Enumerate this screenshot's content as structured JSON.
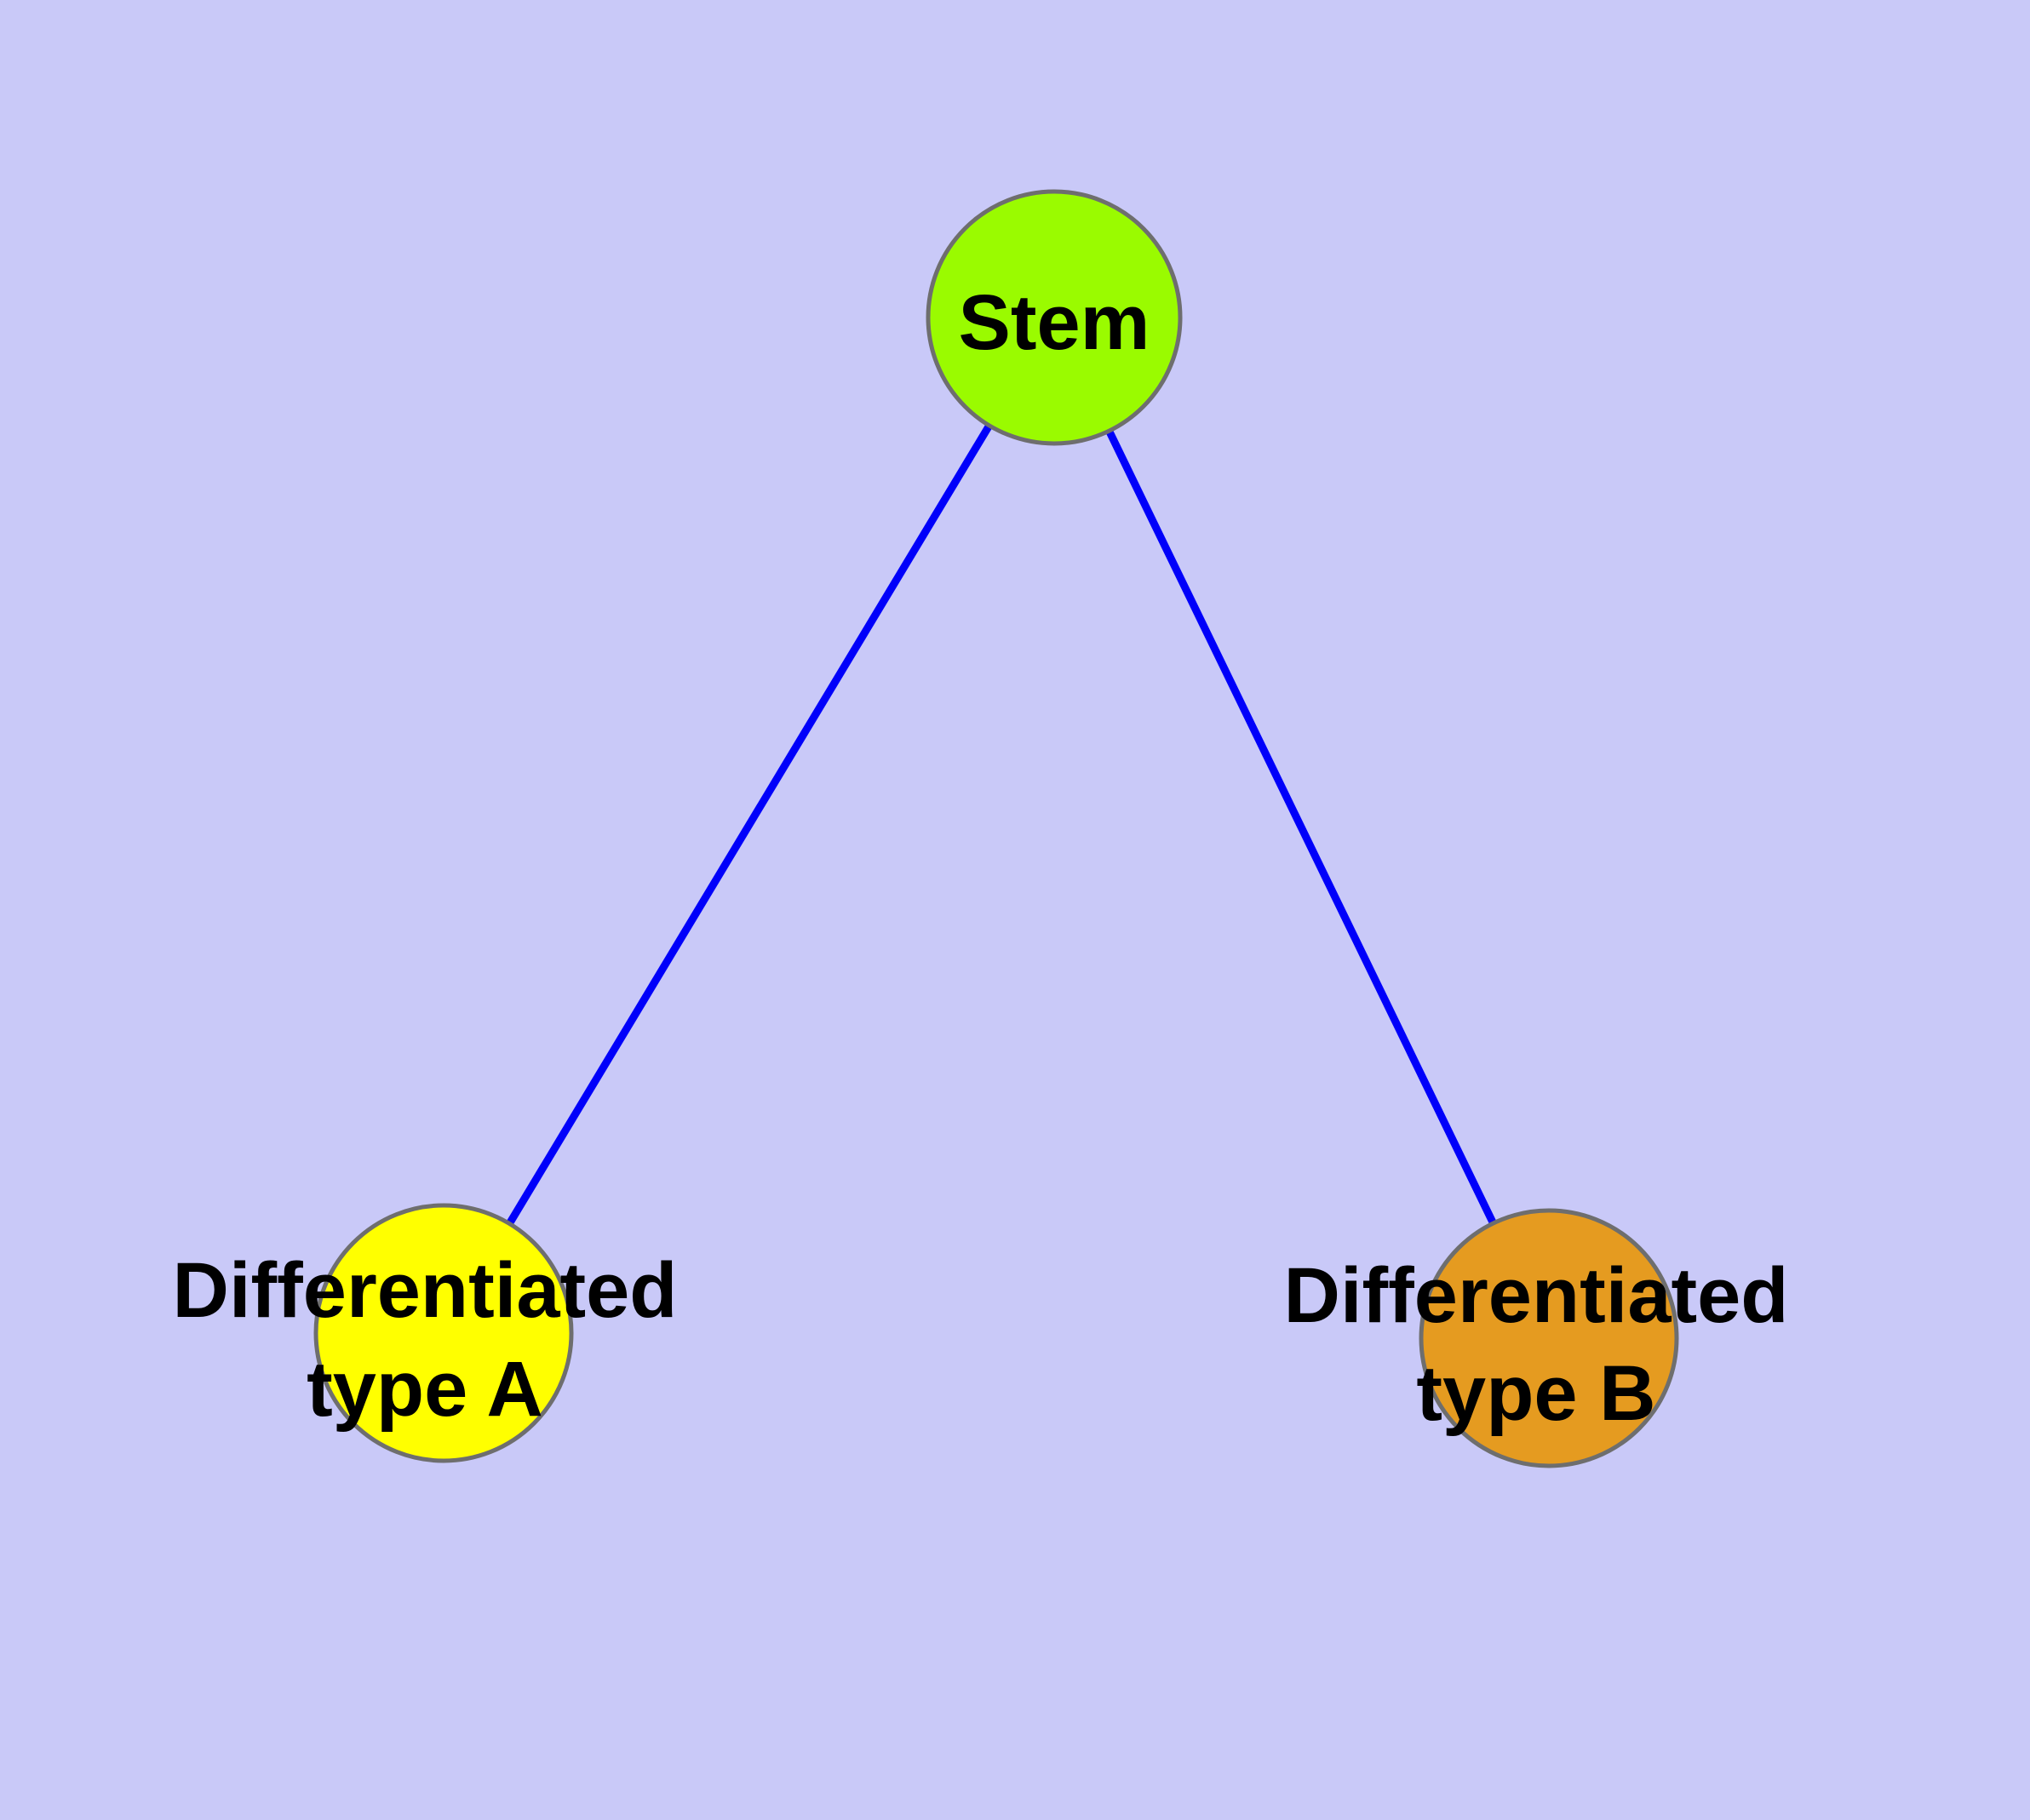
{
  "diagram": {
    "type": "graph",
    "background_color": "#C9C9F8",
    "edge_color": "#0000FA",
    "node_border_color": "#6E6E6E",
    "label_color": "#000000",
    "nodes": [
      {
        "id": "stem",
        "label": "Stem",
        "fill": "#9AFB00"
      },
      {
        "id": "differentiated-type-a",
        "label": "Differentiated type A",
        "label_line1": "Differentiated",
        "label_line2": "type A",
        "fill": "#FFFF00"
      },
      {
        "id": "differentiated-type-b",
        "label": "Differentiated type B",
        "label_line1": "Differentiated",
        "label_line2": "type B",
        "fill": "#E59B20"
      }
    ],
    "edges": [
      {
        "from": "stem",
        "to": "differentiated-type-a"
      },
      {
        "from": "stem",
        "to": "differentiated-type-b"
      }
    ]
  }
}
